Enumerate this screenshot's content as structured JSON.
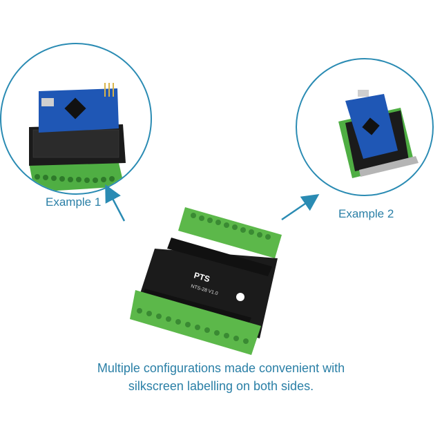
{
  "examples": [
    {
      "label": "Example 1"
    },
    {
      "label": "Example 2"
    }
  ],
  "caption": {
    "line1": "Multiple configurations made convenient with",
    "line2": "silkscreen labelling on both sides."
  },
  "board": {
    "logo": "PTS",
    "model": "NTS-28 V1.0"
  },
  "colors": {
    "accent": "#2a8bb3",
    "text": "#2a7fa6",
    "terminal_green": "#5cb84a",
    "pcb_black": "#1b1b1b",
    "nano_blue": "#1f57b5"
  }
}
